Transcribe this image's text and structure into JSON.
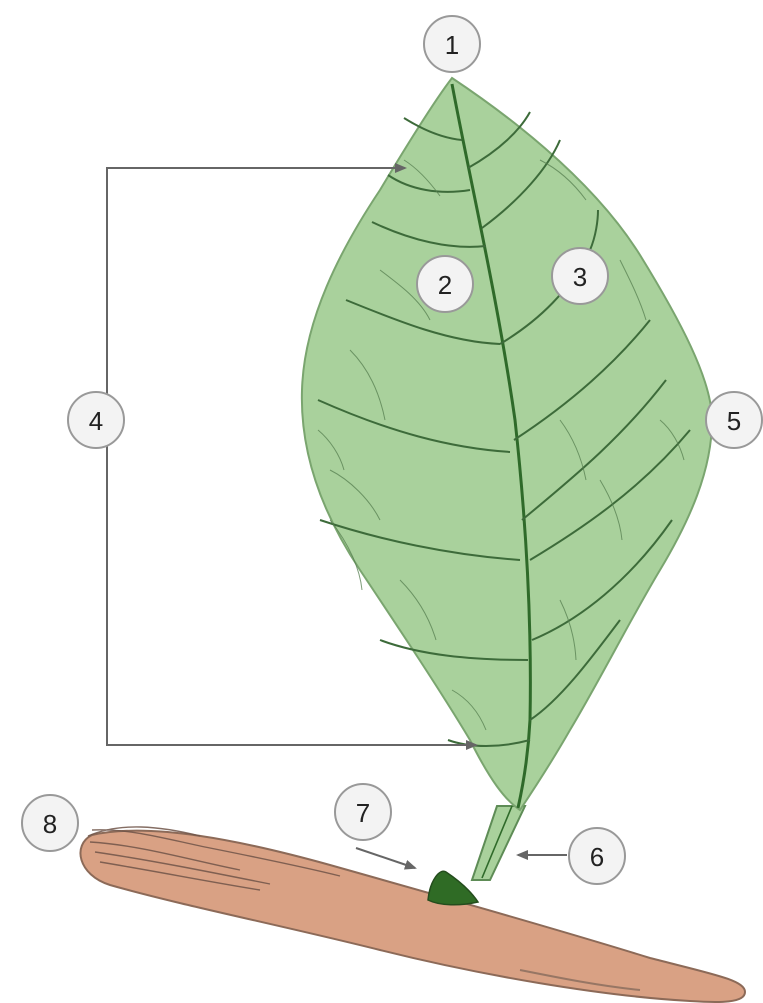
{
  "diagram": {
    "callouts": [
      "1",
      "2",
      "3",
      "4",
      "5",
      "6",
      "7",
      "8"
    ]
  },
  "colors": {
    "leaf_fill": "#a9d19c",
    "leaf_edge": "#7aa56f",
    "midrib": "#2f6a2a",
    "vein": "#3d6b3a",
    "twig_fill": "#d9a184",
    "twig_edge": "#8c6a58",
    "bud": "#2f6b25",
    "callout_fill": "#f3f3f3",
    "callout_stroke": "#999999",
    "leader": "#666666"
  }
}
